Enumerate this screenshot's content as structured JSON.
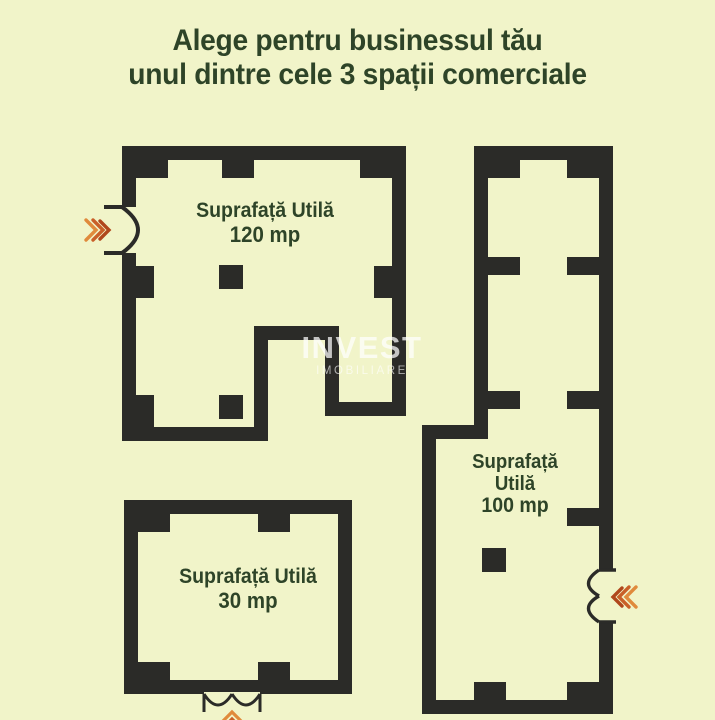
{
  "page": {
    "background_color": "#f1f4c9",
    "wall_color": "#2b2b28",
    "text_color": "#2e4428",
    "accent_color": "#d4762a"
  },
  "title": {
    "line1": "Alege pentru businessul tău",
    "line2": "unul dintre cele 3 spații comerciale"
  },
  "watermark": {
    "main": "INVEST",
    "sub": "IMOBILIARE"
  },
  "plans": [
    {
      "id": "plan-120",
      "label_line1": "Suprafață Utilă",
      "label_line2": "120 mp",
      "area_value": 120,
      "area_unit": "mp",
      "shape": "l-shaped",
      "entrance": "left"
    },
    {
      "id": "plan-100",
      "label_line1": "Suprafață",
      "label_line2": "Utilă",
      "label_line3": "100 mp",
      "area_value": 100,
      "area_unit": "mp",
      "shape": "l-shaped-vertical",
      "entrance": "right"
    },
    {
      "id": "plan-30",
      "label_line1": "Suprafață Utilă",
      "label_line2": "30 mp",
      "area_value": 30,
      "area_unit": "mp",
      "shape": "rectangular",
      "entrance": "bottom"
    }
  ]
}
